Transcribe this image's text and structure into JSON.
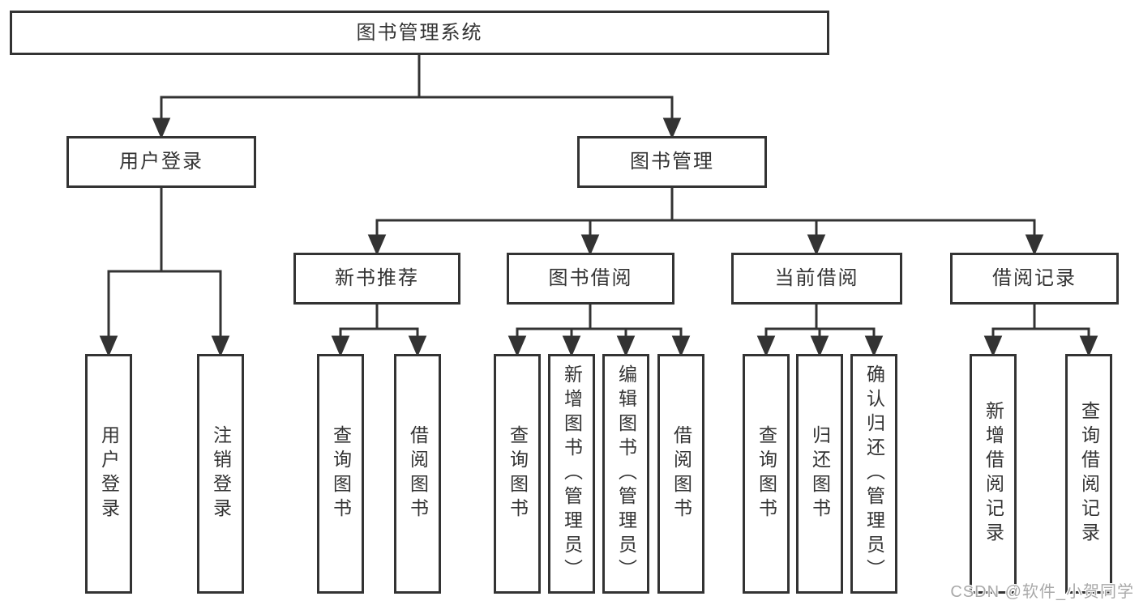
{
  "diagram_title": "图书管理系统",
  "tree": {
    "root": {
      "label": "图书管理系统"
    },
    "branches": [
      {
        "label": "用户登录",
        "children": [
          {
            "label": "用户登录"
          },
          {
            "label": "注销登录"
          }
        ]
      },
      {
        "label": "图书管理",
        "children": [
          {
            "label": "新书推荐",
            "children": [
              {
                "label": "查询图书"
              },
              {
                "label": "借阅图书"
              }
            ]
          },
          {
            "label": "图书借阅",
            "children": [
              {
                "label": "查询图书"
              },
              {
                "label": "新增图书（管理员）"
              },
              {
                "label": "编辑图书（管理员）"
              },
              {
                "label": "借阅图书"
              }
            ]
          },
          {
            "label": "当前借阅",
            "children": [
              {
                "label": "查询图书"
              },
              {
                "label": "归还图书"
              },
              {
                "label": "确认归还（管理员）"
              }
            ]
          },
          {
            "label": "借阅记录",
            "children": [
              {
                "label": "新增借阅记录"
              },
              {
                "label": "查询借阅记录"
              }
            ]
          }
        ]
      }
    ]
  },
  "watermark": {
    "text": "CSDN @软件_小贺同学"
  },
  "colors": {
    "line": "#333333",
    "box_border": "#333333",
    "text": "#333333",
    "watermark": "#a9a9a9",
    "background": "#ffffff"
  }
}
